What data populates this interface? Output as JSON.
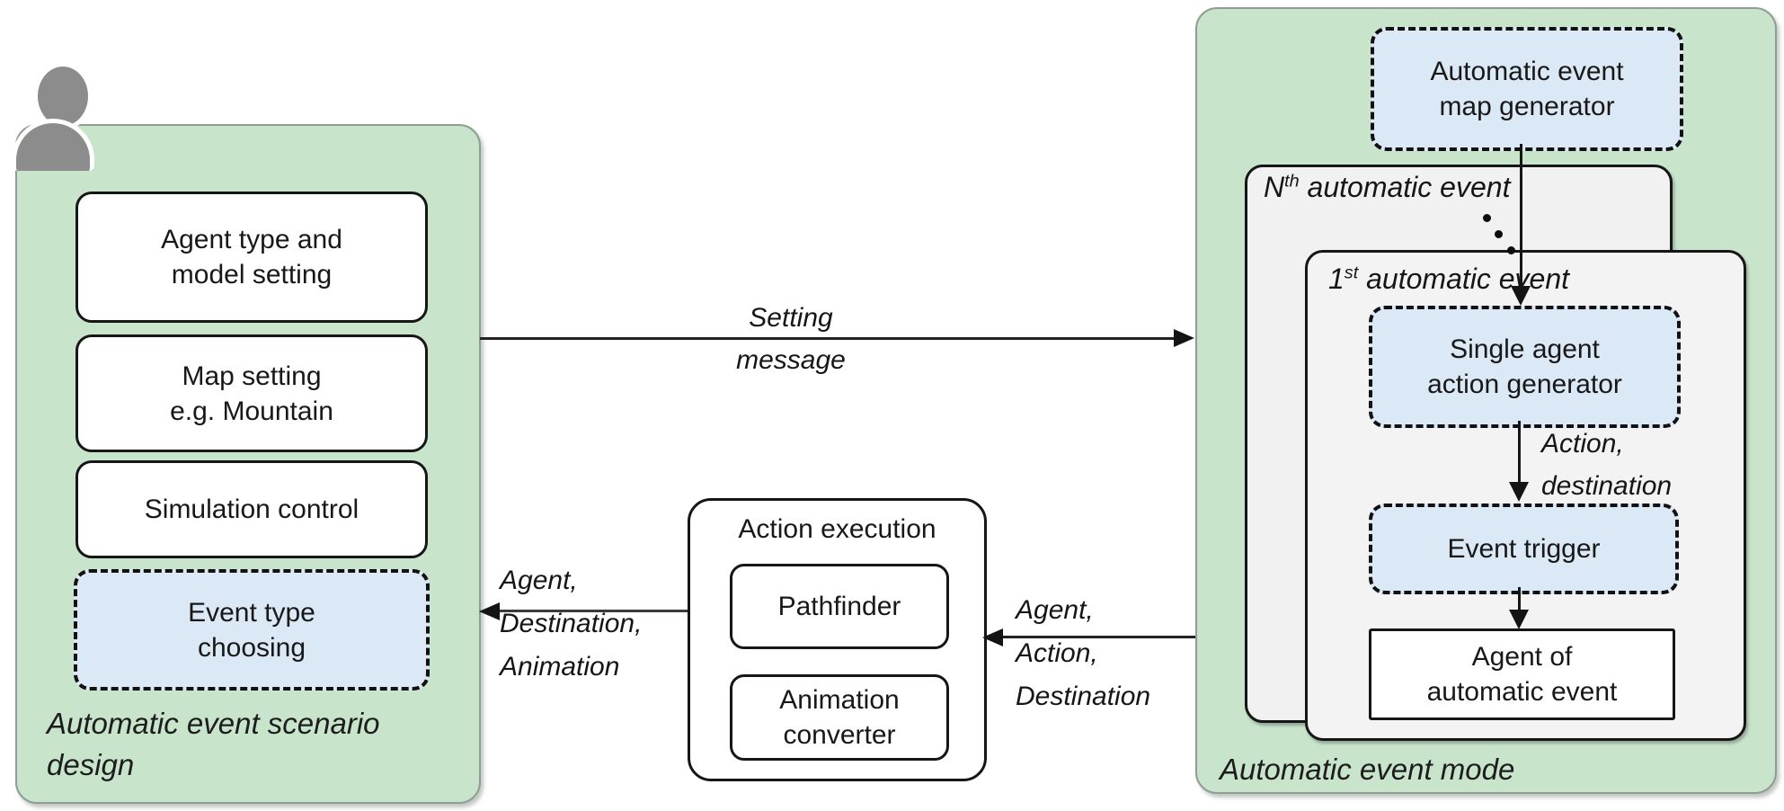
{
  "colors": {
    "panel_green": "#c8e5cc",
    "box_blue": "#dbe8f5",
    "box_gray": "#f1f1f1",
    "ink": "#161616"
  },
  "icons": {
    "user_icon": "person-silhouette",
    "ellipsis_icon": "three-diagonal-dots"
  },
  "left_panel": {
    "caption": "Automatic event scenario design",
    "agent_type": {
      "line1": "Agent type and",
      "line2": "model setting"
    },
    "map_setting": {
      "line1": "Map setting",
      "line2": "e.g. Mountain"
    },
    "simulation": {
      "line1": "Simulation control"
    },
    "event_type": {
      "line1": "Event type",
      "line2": "choosing"
    }
  },
  "center": {
    "title": "Action execution",
    "pathfinder": "Pathfinder",
    "animation": {
      "line1": "Animation",
      "line2": "converter"
    }
  },
  "right_panel": {
    "caption": "Automatic event mode",
    "map_generator": {
      "line1": "Automatic event",
      "line2": "map generator"
    },
    "nth_event": {
      "base": "N",
      "sup": "th",
      "rest": " automatic event"
    },
    "first_event": {
      "base": "1",
      "sup": "st",
      "rest": " automatic event"
    },
    "single_agent": {
      "line1": "Single agent",
      "line2": "action generator"
    },
    "event_trigger": "Event trigger",
    "agent_of": {
      "line1": "Agent of",
      "line2": "automatic event"
    }
  },
  "flow_labels": {
    "setting": {
      "line1": "Setting",
      "line2": "message"
    },
    "to_scenario": {
      "line1": "Agent,",
      "line2": "Destination,",
      "line3": "Animation"
    },
    "to_execution": {
      "line1": "Agent,",
      "line2": "Action,",
      "line3": "Destination"
    },
    "action_destination": {
      "line1": "Action,",
      "line2": "destination"
    }
  }
}
